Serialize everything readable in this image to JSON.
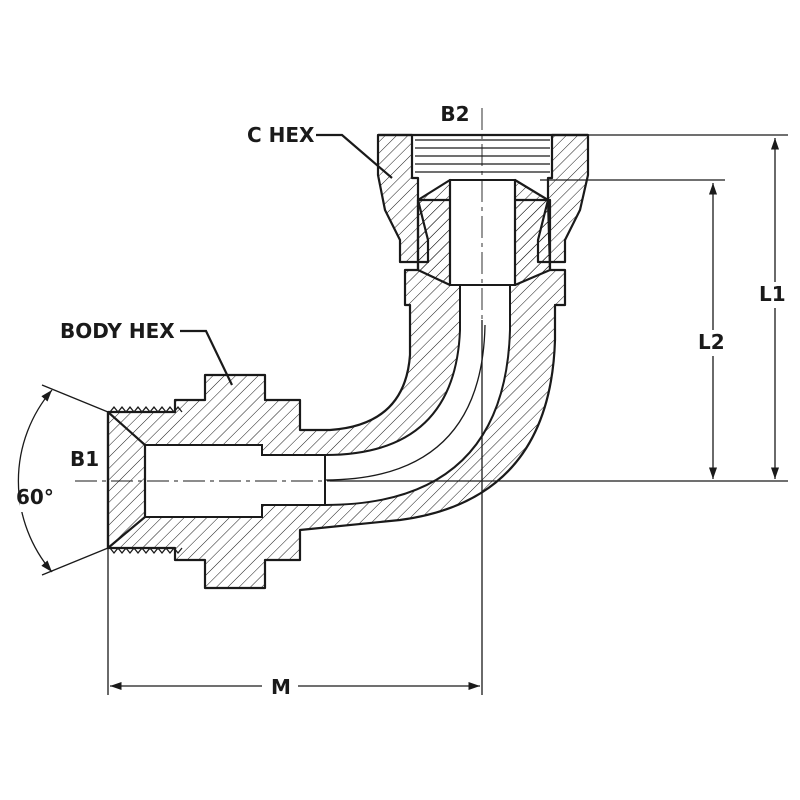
{
  "labels": {
    "b1": "B1",
    "b2": "B2",
    "c_hex": "C HEX",
    "body_hex": "BODY HEX",
    "angle": "60°",
    "l1": "L1",
    "l2": "L2",
    "m": "M"
  },
  "colors": {
    "line": "#1a1a1a",
    "background": "#ffffff"
  }
}
